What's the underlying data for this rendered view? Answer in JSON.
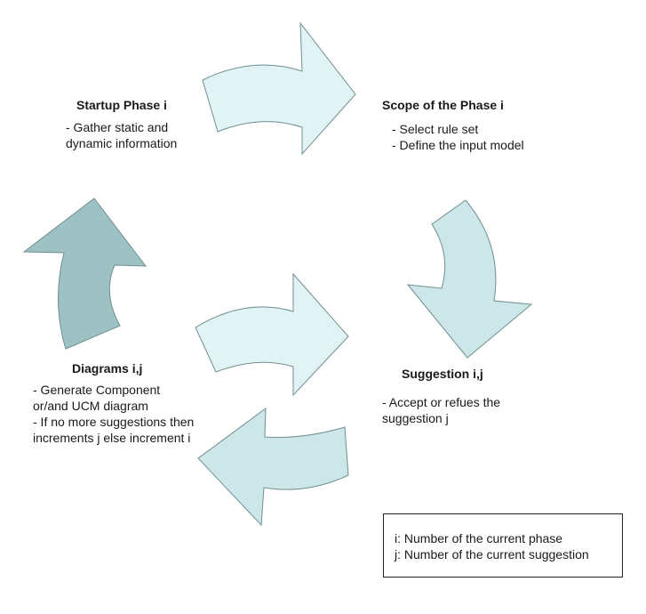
{
  "colors": {
    "arrow_light_fill": "#e1f3f4",
    "arrow_mid_fill": "#cde7e9",
    "arrow_dark_fill": "#9ec2c4",
    "arrow_stroke": "#6f8f92"
  },
  "startup": {
    "title": "Startup Phase i",
    "lines": [
      "- Gather static and",
      "dynamic information"
    ]
  },
  "scope": {
    "title": "Scope of the Phase i",
    "lines": [
      "- Select rule set",
      "- Define the input model"
    ]
  },
  "suggestion": {
    "title": "Suggestion i,j",
    "lines": [
      "- Accept or refues the",
      "suggestion j"
    ]
  },
  "diagrams": {
    "title": "Diagrams i,j",
    "lines": [
      "- Generate Component",
      "or/and UCM diagram",
      "- If no more suggestions then",
      "increments j else increment i"
    ]
  },
  "legend": {
    "lines": [
      "i: Number of the current phase",
      "j: Number of the current suggestion"
    ]
  }
}
